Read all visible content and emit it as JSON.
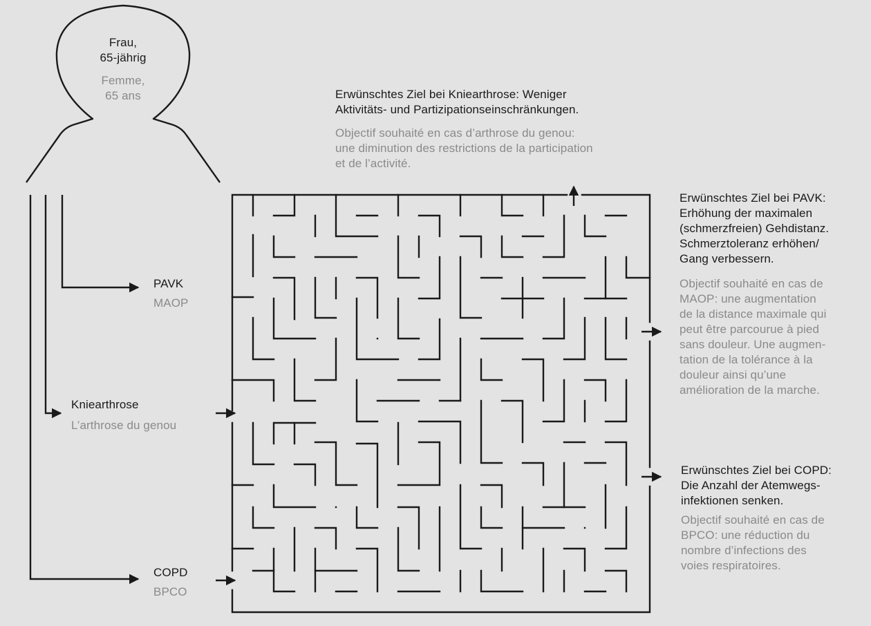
{
  "person": {
    "de": "Frau,\n65-jährig",
    "fr": "Femme,\n65 ans"
  },
  "conditions": {
    "pavk": {
      "de": "PAVK",
      "fr": "MAOP"
    },
    "knee": {
      "de": "Kniearthrose",
      "fr": "L’arthrose du genou"
    },
    "copd": {
      "de": "COPD",
      "fr": "BPCO"
    }
  },
  "goals": {
    "knee": {
      "de": "Erwünschtes Ziel bei Kniearthrose: Weniger\nAktivitäts- und Partizipationseinschränkungen.",
      "fr": "Objectif souhaité en cas d’arthrose du genou:\nune diminution des restrictions de la participation\net de l’activité."
    },
    "pavk": {
      "de": "Erwünschtes Ziel bei PAVK:\nErhöhung der maximalen\n(schmerzfreien) Gehdistanz.\nSchmerztoleranz erhöhen/\nGang verbessern.",
      "fr": "Objectif souhaité en cas de\nMAOP: une augmentation\nde la distance maximale qui\npeut être parcourue à pied\nsans douleur. Une augmen-\ntation de la tolérance à la\ndouleur ainsi qu’une\namélioration de la marche."
    },
    "copd": {
      "de": "Erwünschtes Ziel bei COPD:\nDie Anzahl der Atemwegs-\ninfektionen senken.",
      "fr": "Objectif souhaité en cas de\nBPCO: une réduction du\nnombre d’infections des\nvoies respiratoires."
    }
  }
}
